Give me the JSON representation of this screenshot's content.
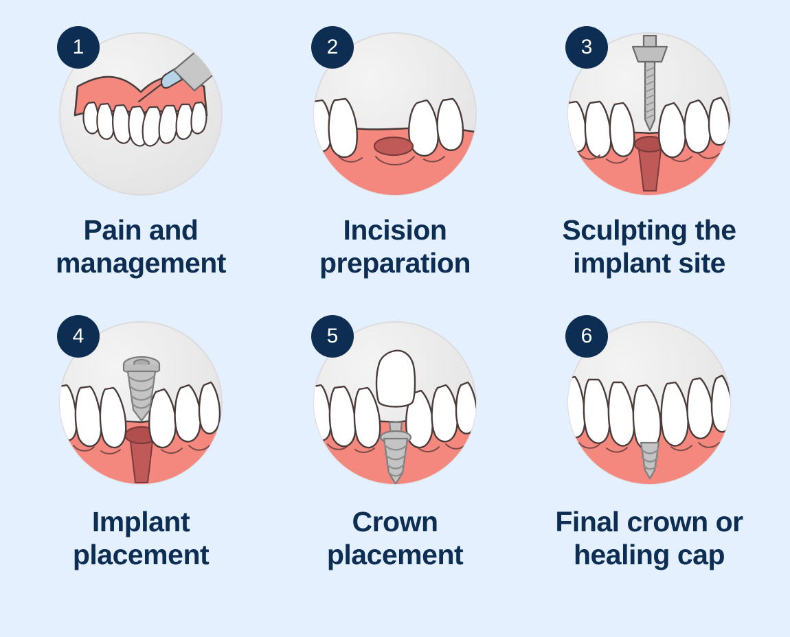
{
  "page": {
    "title": "Dental implant procedure steps",
    "background_color": "#e4f0fd",
    "accent_color": "#0d2d52",
    "gum_color": "#f4887f",
    "tooth_color": "#ffffff",
    "metal_color": "#b5b5b5",
    "circle_bg_color": "#ebebeb",
    "socket_color": "#c05a58",
    "outline_color": "#4a3c3a"
  },
  "steps": [
    {
      "number": "1",
      "caption": "Pain and\nmanagement",
      "illustration": "upper-arch-with-anesthetic-syringe",
      "caption_line1": "Pain and",
      "caption_line2": "management"
    },
    {
      "number": "2",
      "caption": "Incision\npreparation",
      "illustration": "gum-with-incision-oval",
      "caption_line1": "Incision",
      "caption_line2": "preparation"
    },
    {
      "number": "3",
      "caption": "Sculpting the\nimplant site",
      "illustration": "surgical-drill-over-socket",
      "caption_line1": "Sculpting the",
      "caption_line2": "implant site"
    },
    {
      "number": "4",
      "caption": "Implant\nplacement",
      "illustration": "implant-screw-above-socket",
      "caption_line1": "Implant",
      "caption_line2": "placement"
    },
    {
      "number": "5",
      "caption": "Crown\nplacement",
      "illustration": "crown-above-abutment-and-implant",
      "caption_line1": "Crown",
      "caption_line2": "placement"
    },
    {
      "number": "6",
      "caption": "Final crown or\nhealing cap",
      "illustration": "seated-final-crown-on-implant",
      "caption_line1": "Final crown or",
      "caption_line2": "healing cap"
    }
  ]
}
